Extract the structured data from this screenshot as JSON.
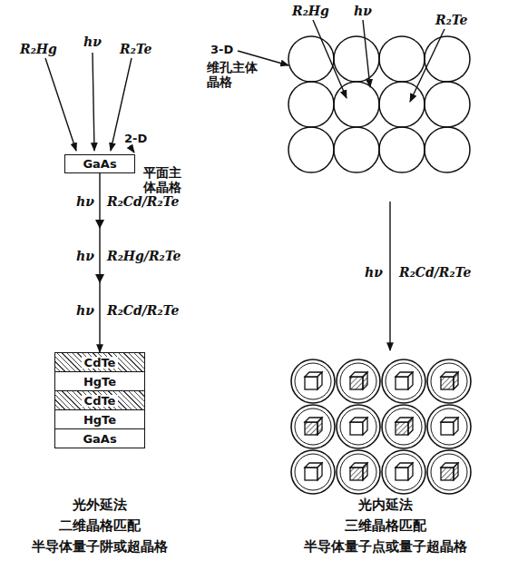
{
  "diagram": {
    "nodes": [
      {
        "text": [
          "GaAs"
        ]
      },
      {
        "text": [
          "CdTe"
        ]
      },
      {
        "text": [
          "HgTe"
        ]
      },
      {
        "text": [
          "CdTe"
        ]
      },
      {
        "text": [
          "HgTe"
        ]
      },
      {
        "text": [
          "GaAs"
        ]
      }
    ],
    "edges": [
      {
        "from": 0,
        "to": 1,
        "arrow": "to"
      }
    ],
    "labels": [
      "R₂Hg",
      "hν",
      "R₂Te",
      "2-D",
      "平面主体晶格",
      "hν",
      "R₂Cd/R₂Te",
      "hν",
      "R₂Hg/R₂Te",
      "hν",
      "R₂Cd/R₂Te",
      "光外延法",
      "二维晶格匹配",
      "半导体量子阱或超晶格",
      "R₂Hg",
      "hν",
      "R₂Te",
      "3-D",
      "维孔主体晶格",
      "hν",
      "R₂Cd/R₂Te",
      "光内延法",
      "三维晶格匹配",
      "半导体量子点或量子超晶格"
    ]
  }
}
